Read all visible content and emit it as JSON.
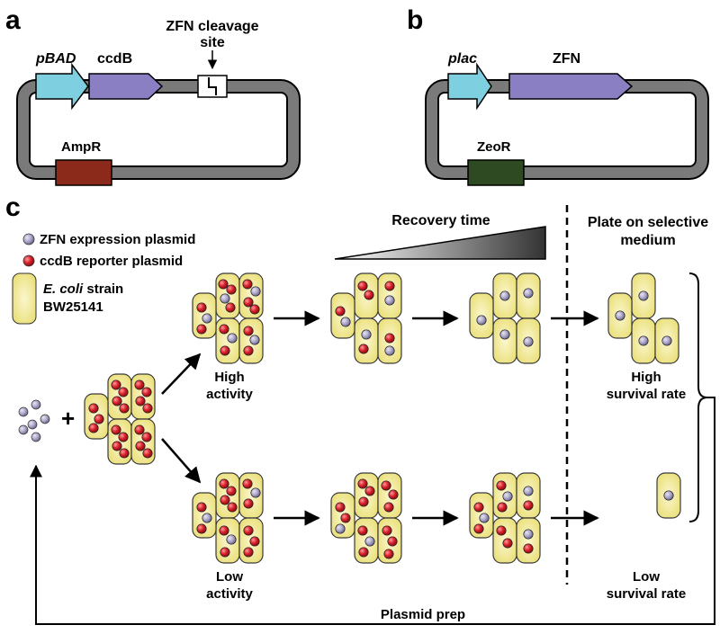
{
  "panels": {
    "a": "a",
    "b": "b",
    "c": "c"
  },
  "plasmid_a": {
    "promoter": "pBAD",
    "gene": "ccdB",
    "site_line1": "ZFN cleavage",
    "site_line2": "site",
    "marker": "AmpR"
  },
  "plasmid_b": {
    "promoter": "plac",
    "gene": "ZFN",
    "marker": "ZeoR"
  },
  "legend": {
    "zfn_plasmid": "ZFN expression plasmid",
    "ccdb_plasmid": "ccdB reporter plasmid",
    "strain_italic": "E. coli",
    "strain_rest": " strain",
    "strain_line2": "BW25141"
  },
  "labels": {
    "recovery_time": "Recovery time",
    "plate_line1": "Plate on selective",
    "plate_line2": "medium",
    "high_activity_1": "High",
    "high_activity_2": "activity",
    "low_activity_1": "Low",
    "low_activity_2": "activity",
    "high_survival_1": "High",
    "high_survival_2": "survival rate",
    "low_survival_1": "Low",
    "low_survival_2": "survival rate",
    "plasmid_prep": "Plasmid prep",
    "plus": "+"
  },
  "colors": {
    "backbone": "#7a7a7a",
    "promoter": "#7ecfe0",
    "gene": "#8b7fc4",
    "ampr": "#8b2a1a",
    "zeor": "#2e4a22",
    "cell": "#f3eb9a",
    "red_plasmid": "#d8202a",
    "grey_plasmid": "#a9a4c6"
  }
}
